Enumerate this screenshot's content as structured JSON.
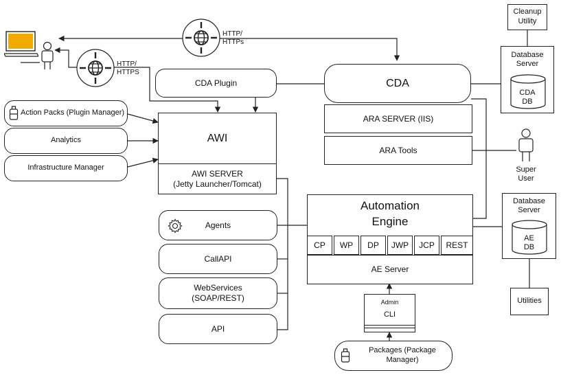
{
  "labels": {
    "http_https_top": "HTTP/ HTTPs",
    "http_https_left": "HTTP/ HTTPS",
    "cda_plugin": "CDA Plugin",
    "cda": "CDA",
    "action_packs": "Action Packs (Plugin Manager)",
    "analytics": "Analytics",
    "infrastructure_manager": "Infrastructure Manager",
    "awi": "AWI",
    "awi_server_line1": "AWI SERVER",
    "awi_server_line2": "(Jetty Launcher/Tomcat)",
    "ara_server": "ARA SERVER (IIS)",
    "ara_tools": "ARA Tools",
    "cleanup_utility_line1": "Cleanup",
    "cleanup_utility_line2": "Utility",
    "db_server_top_line1": "Database",
    "db_server_top_line2": "Server",
    "cda_db_line1": "CDA",
    "cda_db_line2": "DB",
    "super_user_line1": "Super",
    "super_user_line2": "User",
    "automation_engine_line1": "Automation",
    "automation_engine_line2": "Engine",
    "ae_server": "AE Server",
    "db_server_bottom_line1": "Database",
    "db_server_bottom_line2": "Server",
    "ae_db_line1": "AE",
    "ae_db_line2": "DB",
    "utilities": "Utilities",
    "agents": "Agents",
    "callapi": "CallAPI",
    "webservices_line1": "WebServices",
    "webservices_line2": "(SOAP/REST)",
    "api": "API",
    "admin": "Admin",
    "cli": "CLI",
    "packages": "Packages (Package Manager)"
  },
  "processes": [
    "CP",
    "WP",
    "DP",
    "JWP",
    "JCP",
    "REST"
  ],
  "icons": {
    "laptop": "laptop-icon",
    "user": "user-icon",
    "globe": "globe-icon",
    "plugin": "plugin-icon",
    "gear": "gear-icon",
    "database": "database-icon"
  },
  "colors": {
    "laptop_screen": "#f2a900",
    "line": "#222222"
  }
}
